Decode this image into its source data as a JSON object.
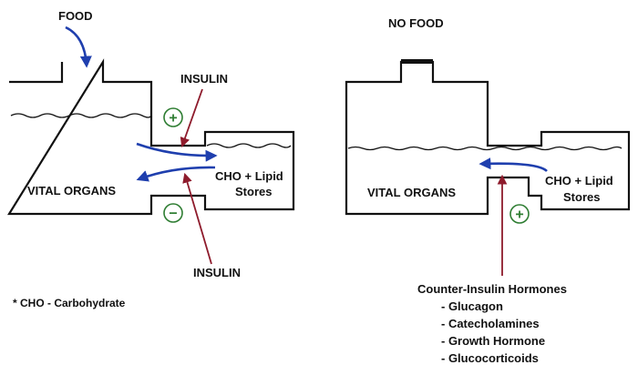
{
  "left": {
    "food_label": "FOOD",
    "insulin_top": "INSULIN",
    "insulin_bottom": "INSULIN",
    "vital_organs": "VITAL ORGANS",
    "stores_line1": "CHO + Lipid",
    "stores_line2": "Stores",
    "plus_sign": "+",
    "minus_sign": "−"
  },
  "right": {
    "no_food_label": "NO FOOD",
    "vital_organs": "VITAL ORGANS",
    "stores_line1": "CHO + Lipid",
    "stores_line2": "Stores",
    "plus_sign": "+",
    "hormones_title": "Counter-Insulin Hormones",
    "hormones": [
      "- Glucagon",
      "- Catecholamines",
      "- Growth Hormone",
      "- Glucocorticoids"
    ]
  },
  "footnote": "* CHO - Carbohydrate",
  "colors": {
    "blue_arrow": "#1f3fae",
    "red_arrow": "#8e1b2c",
    "circle_green": "#2e7d32"
  }
}
